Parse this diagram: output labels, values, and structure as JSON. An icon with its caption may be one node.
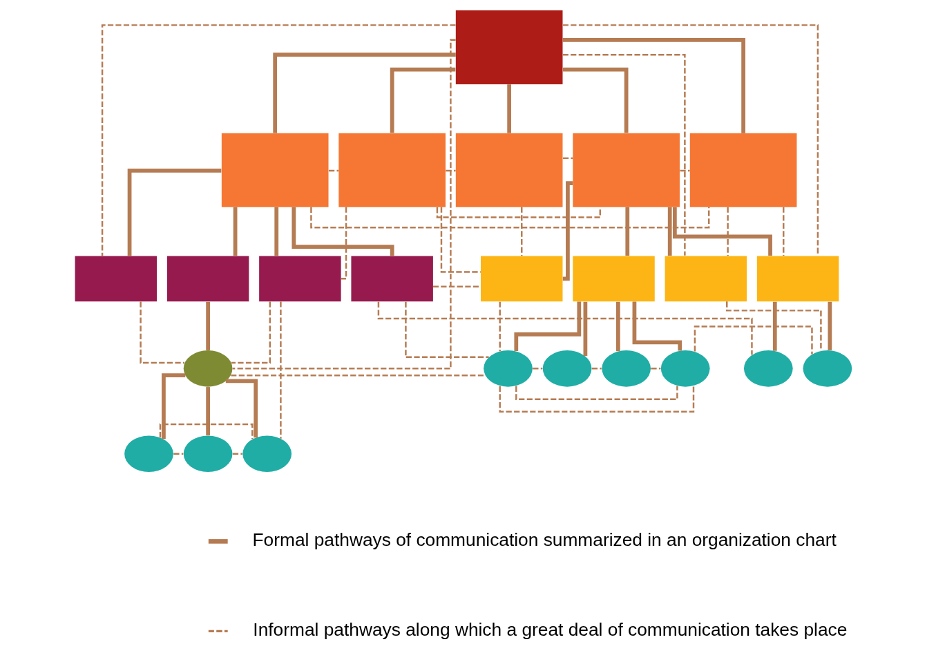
{
  "diagram": {
    "nodes": [
      {
        "text": [],
        "shape": "box"
      },
      {
        "text": [],
        "shape": "box"
      },
      {
        "text": [],
        "shape": "box"
      },
      {
        "text": [],
        "shape": "box"
      },
      {
        "text": [],
        "shape": "box"
      },
      {
        "text": [],
        "shape": "box"
      },
      {
        "text": [],
        "shape": "box"
      },
      {
        "text": [],
        "shape": "box"
      },
      {
        "text": [],
        "shape": "box"
      },
      {
        "text": [],
        "shape": "box"
      },
      {
        "text": [],
        "shape": "box"
      },
      {
        "text": [],
        "shape": "box"
      },
      {
        "text": [],
        "shape": "box"
      },
      {
        "text": [],
        "shape": "box"
      },
      {
        "text": [],
        "shape": "circle"
      },
      {
        "text": [],
        "shape": "circle"
      },
      {
        "text": [],
        "shape": "circle"
      },
      {
        "text": [],
        "shape": "circle"
      },
      {
        "text": [],
        "shape": "circle"
      },
      {
        "text": [],
        "shape": "circle"
      },
      {
        "text": [],
        "shape": "circle"
      },
      {
        "text": [],
        "shape": "circle"
      },
      {
        "text": [],
        "shape": "circle"
      },
      {
        "text": [],
        "shape": "circle"
      }
    ],
    "edges": [
      {
        "from": 0,
        "to": 1,
        "arrow": "none",
        "style": "thick"
      },
      {
        "from": 0,
        "to": 2,
        "arrow": "none",
        "style": "thick"
      },
      {
        "from": 0,
        "to": 3,
        "arrow": "none",
        "style": "thick"
      },
      {
        "from": 0,
        "to": 4,
        "arrow": "none",
        "style": "thick"
      },
      {
        "from": 0,
        "to": 5,
        "arrow": "none",
        "style": "thick"
      },
      {
        "from": 1,
        "to": 6,
        "arrow": "none",
        "style": "thick"
      },
      {
        "from": 1,
        "to": 7,
        "arrow": "none",
        "style": "thick"
      },
      {
        "from": 1,
        "to": 8,
        "arrow": "none",
        "style": "thick"
      },
      {
        "from": 1,
        "to": 9,
        "arrow": "none",
        "style": "thick"
      },
      {
        "from": 4,
        "to": 10,
        "arrow": "none",
        "style": "thick"
      },
      {
        "from": 4,
        "to": 11,
        "arrow": "none",
        "style": "thick"
      },
      {
        "from": 4,
        "to": 12,
        "arrow": "none",
        "style": "thick"
      },
      {
        "from": 4,
        "to": 13,
        "arrow": "none",
        "style": "thick"
      },
      {
        "from": 7,
        "to": 14,
        "arrow": "none",
        "style": "thick"
      },
      {
        "from": 14,
        "to": 15,
        "arrow": "none",
        "style": "thick"
      },
      {
        "from": 14,
        "to": 16,
        "arrow": "none",
        "style": "thick"
      },
      {
        "from": 14,
        "to": 17,
        "arrow": "none",
        "style": "thick"
      },
      {
        "from": 11,
        "to": 18,
        "arrow": "none",
        "style": "thick"
      },
      {
        "from": 11,
        "to": 19,
        "arrow": "none",
        "style": "thick"
      },
      {
        "from": 11,
        "to": 20,
        "arrow": "none",
        "style": "thick"
      },
      {
        "from": 11,
        "to": 21,
        "arrow": "none",
        "style": "thick"
      },
      {
        "from": 13,
        "to": 22,
        "arrow": "none",
        "style": "thick"
      },
      {
        "from": 13,
        "to": 23,
        "arrow": "none",
        "style": "thick"
      },
      {
        "from": 0,
        "to": 14,
        "arrow": "none",
        "style": "dashed"
      },
      {
        "from": 0,
        "to": 13,
        "arrow": "none",
        "style": "dashed"
      },
      {
        "from": 0,
        "to": 6,
        "arrow": "none",
        "style": "dashed"
      },
      {
        "from": 0,
        "to": 12,
        "arrow": "none",
        "style": "dashed"
      },
      {
        "from": 1,
        "to": 2,
        "arrow": "none",
        "style": "dashed"
      },
      {
        "from": 2,
        "to": 3,
        "arrow": "none",
        "style": "dashed"
      },
      {
        "from": 3,
        "to": 4,
        "arrow": "none",
        "style": "dashed"
      },
      {
        "from": 4,
        "to": 5,
        "arrow": "none",
        "style": "dashed"
      },
      {
        "from": 1,
        "to": 5,
        "arrow": "none",
        "style": "dashed"
      },
      {
        "from": 2,
        "to": 4,
        "arrow": "none",
        "style": "dashed"
      },
      {
        "from": 2,
        "to": 8,
        "arrow": "none",
        "style": "dashed"
      },
      {
        "from": 2,
        "to": 10,
        "arrow": "none",
        "style": "dashed"
      },
      {
        "from": 9,
        "to": 10,
        "arrow": "none",
        "style": "dashed"
      },
      {
        "from": 3,
        "to": 10,
        "arrow": "none",
        "style": "dashed"
      },
      {
        "from": 5,
        "to": 12,
        "arrow": "none",
        "style": "dashed"
      },
      {
        "from": 5,
        "to": 13,
        "arrow": "none",
        "style": "dashed"
      },
      {
        "from": 6,
        "to": 14,
        "arrow": "none",
        "style": "dashed"
      },
      {
        "from": 8,
        "to": 14,
        "arrow": "none",
        "style": "dashed"
      },
      {
        "from": 8,
        "to": 17,
        "arrow": "none",
        "style": "dashed"
      },
      {
        "from": 9,
        "to": 23,
        "arrow": "none",
        "style": "dashed"
      },
      {
        "from": 9,
        "to": 18,
        "arrow": "none",
        "style": "dashed"
      },
      {
        "from": 14,
        "to": 18,
        "arrow": "none",
        "style": "dashed"
      },
      {
        "from": 10,
        "to": 18,
        "arrow": "none",
        "style": "dashed"
      },
      {
        "from": 12,
        "to": 22,
        "arrow": "none",
        "style": "dashed"
      },
      {
        "from": 18,
        "to": 19,
        "arrow": "none",
        "style": "dashed"
      },
      {
        "from": 19,
        "to": 20,
        "arrow": "none",
        "style": "dashed"
      },
      {
        "from": 20,
        "to": 21,
        "arrow": "none",
        "style": "dashed"
      },
      {
        "from": 18,
        "to": 21,
        "arrow": "none",
        "style": "dashed"
      },
      {
        "from": 18,
        "to": 21,
        "arrow": "none",
        "style": "dashed"
      },
      {
        "from": 21,
        "to": 22,
        "arrow": "none",
        "style": "dashed"
      },
      {
        "from": 15,
        "to": 16,
        "arrow": "none",
        "style": "dashed"
      },
      {
        "from": 16,
        "to": 17,
        "arrow": "none",
        "style": "dashed"
      },
      {
        "from": 15,
        "to": 17,
        "arrow": "none",
        "style": "dashed"
      }
    ],
    "legend": [
      {
        "text": "Formal pathways of communication summarized in an organization chart"
      },
      {
        "text": "Informal pathways along which a great deal of communication takes place"
      }
    ]
  }
}
